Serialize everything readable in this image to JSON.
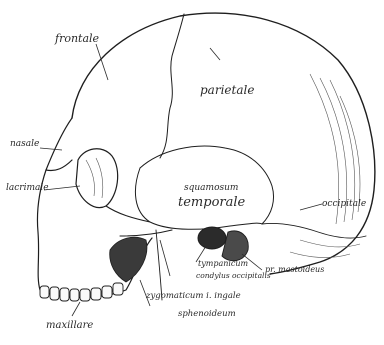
{
  "labels": {
    "frontale": "frontale",
    "parietale": "parietale",
    "nasale": "nasale",
    "lacrimale": "lacrimale",
    "squamosum": "squamosum",
    "temporale": "temporale",
    "occipitale": "occipitale",
    "pr_mastoideus": "pr. mastoideus",
    "tympanicum": "tympanicum",
    "condylus_occipitalis": "condylus occipitalis",
    "zygomaticum": "zygomaticum i. ingale",
    "sphenoideum": "sphenoideum",
    "maxillare": "maxillare"
  }
}
